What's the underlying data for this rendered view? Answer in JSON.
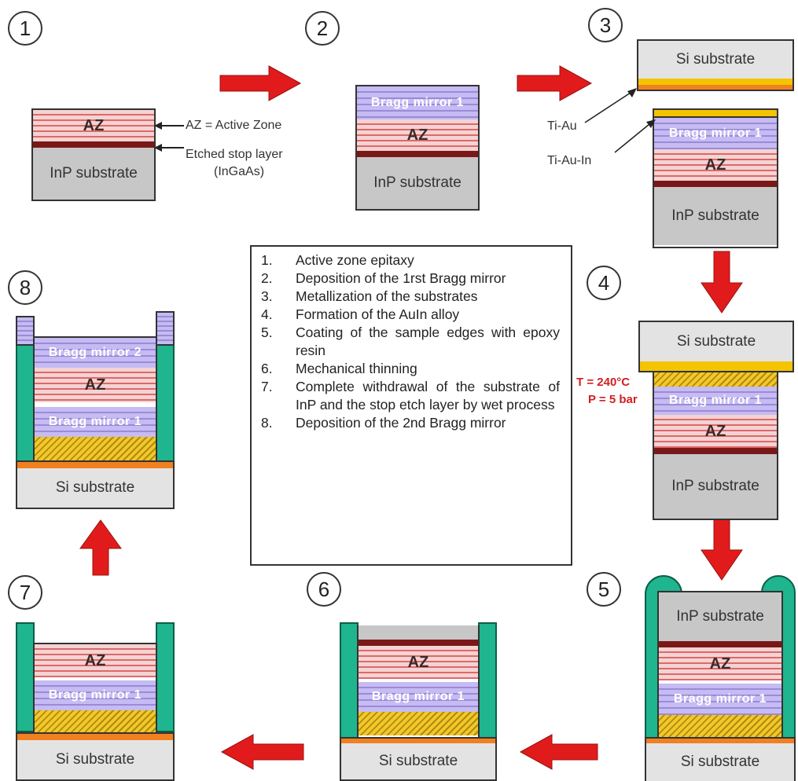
{
  "steps": [
    "1",
    "2",
    "3",
    "4",
    "5",
    "6",
    "7",
    "8"
  ],
  "layers": {
    "az": "AZ",
    "inp": "InP substrate",
    "si": "Si substrate",
    "bragg1": "Bragg mirror 1",
    "bragg2": "Bragg mirror 2"
  },
  "annotations": {
    "az_def": "AZ = Active Zone",
    "etched_stop_1": "Etched stop layer",
    "etched_stop_2": "(InGaAs)",
    "tiau": "Ti-Au",
    "tiauin": "Ti-Au-In",
    "temp": "T = 240°C",
    "pressure": "P = 5 bar"
  },
  "legend": [
    {
      "num": "1.",
      "text": "Active zone epitaxy"
    },
    {
      "num": "2.",
      "text": "Deposition of the 1rst Bragg mirror"
    },
    {
      "num": "3.",
      "text": "Metallization of the substrates"
    },
    {
      "num": "4.",
      "text": "Formation of the AuIn alloy"
    },
    {
      "num": "5.",
      "text": "Coating of the sample edges with epoxy resin"
    },
    {
      "num": "6.",
      "text": "Mechanical thinning"
    },
    {
      "num": "7.",
      "text": "Complete withdrawal of the substrate of InP and the stop etch layer by wet process"
    },
    {
      "num": "8.",
      "text": "Deposition of the 2nd Bragg mirror"
    }
  ],
  "colors": {
    "arrow": "#e11b1b",
    "epoxy": "#1fb58f",
    "active_zone": "#e06868",
    "bragg": "#9a8bd9",
    "gold": "#f5c400",
    "substrate_inp": "#c7c7c7",
    "substrate_si": "#e3e3e3"
  }
}
